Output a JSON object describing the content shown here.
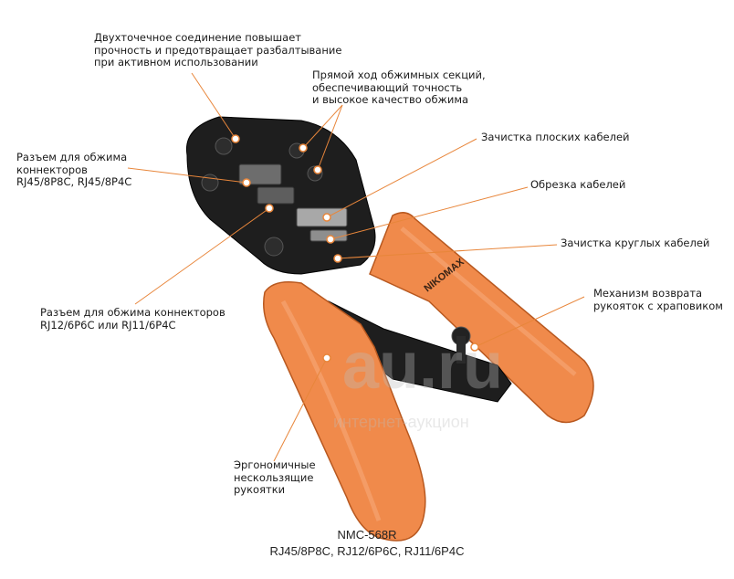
{
  "callouts": [
    {
      "id": "double-joint",
      "text": "Двухточечное соединение повышает\nпрочность и предотвращает разбалтывание\nпри активном использовании"
    },
    {
      "id": "straight-stroke",
      "text": "Прямой ход обжимных секций,\nобеспечивающий точность\nи высокое качество обжима"
    },
    {
      "id": "flat-strip",
      "text": "Зачистка плоских кабелей"
    },
    {
      "id": "cut",
      "text": "Обрезка кабелей"
    },
    {
      "id": "round-strip",
      "text": "Зачистка круглых кабелей"
    },
    {
      "id": "ratchet",
      "text": "Механизм возврата\nрукояток с храповиком"
    },
    {
      "id": "rj45-socket",
      "text": "Разъем для обжима\nконнекторов\nRJ45/8P8C, RJ45/8P4C"
    },
    {
      "id": "rj12-socket",
      "text": "Разъем для обжима коннекторов\nRJ12/6P6C или RJ11/6P4C"
    },
    {
      "id": "handles",
      "text": "Эргономичные\nнескользящие\nрукоятки"
    }
  ],
  "product": {
    "model": "NMC-568R",
    "connectors": "RJ45/8P8C, RJ12/6P6C, RJ11/6P4C",
    "brand_mark": "NIKOMAX"
  },
  "watermark": {
    "logo": "au.ru",
    "tagline": "интернет-аукцион"
  },
  "colors": {
    "handle": "#f08a4b",
    "handle_dark": "#c8632a",
    "body": "#1e1e1e",
    "metal": "#9a9a9a",
    "dot": "#ffffff"
  }
}
